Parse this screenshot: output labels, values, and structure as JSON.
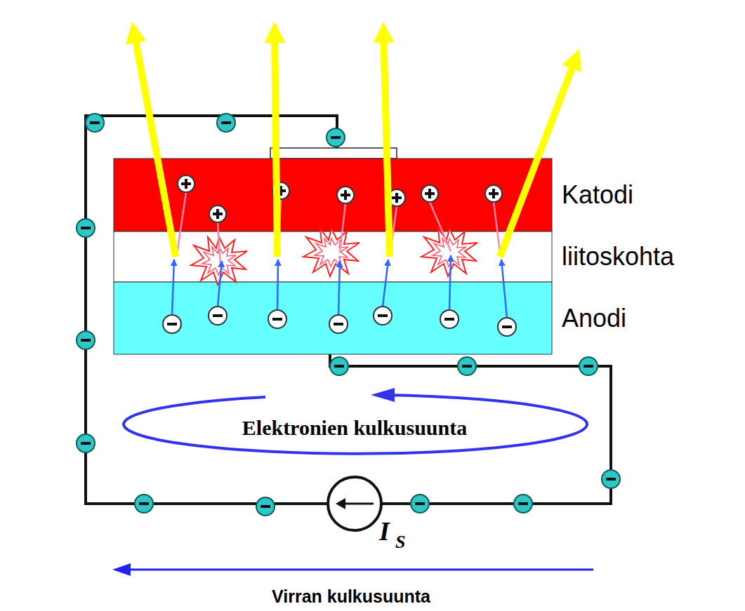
{
  "diagram": {
    "nodes": [
      {
        "text": [
          "Katodi"
        ]
      },
      {
        "text": [
          "liitoskohta"
        ]
      },
      {
        "text": [
          "Anodi"
        ]
      },
      {
        "text": [
          "Elektronien kulkusuunta"
        ]
      }
    ],
    "labels": [
      "I",
      "S",
      "Virran kulkusuunta"
    ]
  }
}
